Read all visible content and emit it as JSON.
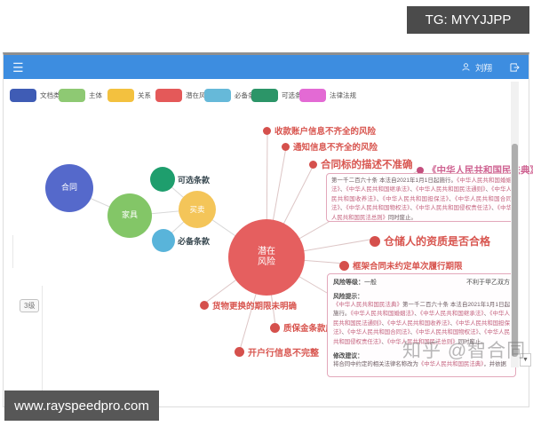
{
  "overlay": {
    "tg_label": "TG: MYYJJPP",
    "site_watermark": "www.rayspeedpro.com",
    "brand_watermark": "知乎 @智合同"
  },
  "icons": {
    "menu": "☰",
    "scroll_down": "▼"
  },
  "header": {
    "user_name": "刘翔"
  },
  "legend": {
    "items": [
      {
        "label": "文档类型",
        "color": "#3f5cb5"
      },
      {
        "label": "主体",
        "color": "#8ec973"
      },
      {
        "label": "关系",
        "color": "#f3c13f"
      },
      {
        "label": "潜在风险",
        "color": "#e45959"
      },
      {
        "label": "必备条款",
        "color": "#66b9d9"
      },
      {
        "label": "可选条款",
        "color": "#2c9568"
      },
      {
        "label": "法律法规",
        "color": "#e36ad4"
      }
    ]
  },
  "graph": {
    "zoom_badge": "3级",
    "nodes": {
      "contract": {
        "label": "合同",
        "color": "#5569cb"
      },
      "furniture": {
        "label": "家具",
        "color": "#83c667"
      },
      "optional": {
        "label": "可选条款",
        "color": "#1e9e6d"
      },
      "relation": {
        "label": "买卖",
        "color": "#f4c559"
      },
      "required": {
        "label": "必备条款",
        "color": "#59b4da"
      },
      "risk": {
        "label": "潜在\n风险",
        "color": "#e55f5f"
      }
    },
    "annotations": [
      "收款账户信息不齐全的风险",
      "通知信息不齐全的风险",
      "合同标的描述不准确",
      "《中华人民共和国民法典》",
      "仓储人的资质是否合格",
      "框架合同未约定单次履行期限",
      "货物更换的期限未明确",
      "质保金条款应当",
      "开户行信息不完整"
    ]
  },
  "law_box": {
    "text": "第一千二百六十条 本法自2021年1月1日起施行。《中华人民共和国婚姻法》、《中华人民共和国继承法》、《中华人民共和国民法通则》、《中华人民共和国收养法》、《中华人民共和国担保法》、《中华人民共和国合同法》、《中华人民共和国物权法》、《中华人民共和国侵权责任法》、《中华人民共和国民法总则》同时废止。"
  },
  "risk_box": {
    "level_label": "风险等级：",
    "level_value": "一般",
    "impact": "不利于甲乙双方",
    "hint_label": "风险提示：",
    "hint_text": "《中华人民共和国民法典》第一千二百六十条 本法自2021年1月1日起施行。《中华人民共和国婚姻法》、《中华人民共和国继承法》、《中华人民共和国民法通则》、《中华人民共和国收养法》、《中华人民共和国担保法》、《中华人民共和国合同法》、《中华人民共和国物权法》、《中华人民共和国侵权责任法》、《中华人民共和国民法总则》同时废止。",
    "suggest_label": "修改建议：",
    "suggest_text": "将合同中约定的相关法律名称改为《中华人民共和国民法典》，并依据"
  }
}
